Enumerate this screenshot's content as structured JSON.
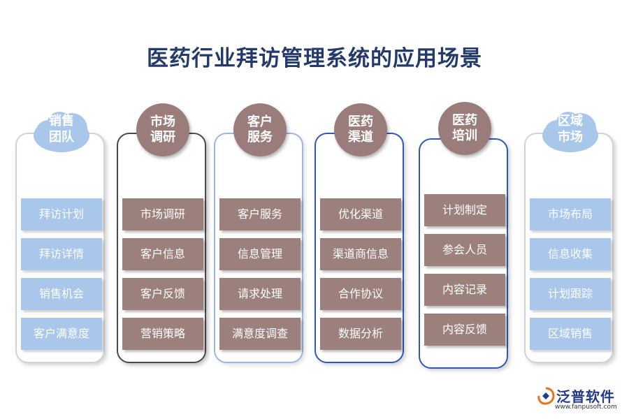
{
  "title": "医药行业拜访管理系统的应用场景",
  "colors": {
    "title": "#233a6b",
    "header_circle": "#9a7d7a",
    "cloud": "#a9c7ea",
    "item_blue": "#a9c7ea",
    "item_brown": "#9c807c"
  },
  "columns": [
    {
      "header": "销售\n团队",
      "header_style": "cloud",
      "items": [
        "拜访计划",
        "拜访详情",
        "销售机会",
        "客户满意度"
      ]
    },
    {
      "header": "市场\n调研",
      "header_style": "circle",
      "items": [
        "市场调研",
        "客户信息",
        "客户反馈",
        "营销策略"
      ]
    },
    {
      "header": "客户\n服务",
      "header_style": "circle",
      "items": [
        "客户服务",
        "信息管理",
        "请求处理",
        "满意度调查"
      ]
    },
    {
      "header": "医药\n渠道",
      "header_style": "circle",
      "items": [
        "优化渠道",
        "渠道商信息",
        "合作协议",
        "数据分析"
      ]
    },
    {
      "header": "医药\n培训",
      "header_style": "circle",
      "items": [
        "计划制定",
        "参会人员",
        "内容记录",
        "内容反馈"
      ]
    },
    {
      "header": "区域\n市场",
      "header_style": "cloud",
      "items": [
        "市场布局",
        "信息收集",
        "计划跟踪",
        "区域销售"
      ]
    }
  ],
  "logo": {
    "name": "泛普软件",
    "url": "www.fanpusoft.com",
    "icon": "fanpu-logo-icon"
  }
}
